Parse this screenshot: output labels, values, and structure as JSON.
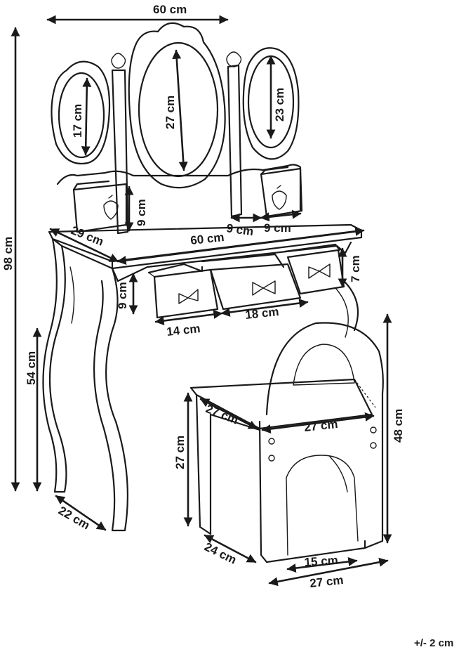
{
  "dimensions": {
    "mirror_width": "60 cm",
    "left_mirror_height": "17 cm",
    "center_mirror_height": "27 cm",
    "right_mirror_height": "23 cm",
    "side_box_height": "9 cm",
    "post_width": "9 cm",
    "box_width": "9 cm",
    "table_depth": "29 cm",
    "table_width": "60 cm",
    "drawer_depth_height": "9 cm",
    "small_drawer_height": "7 cm",
    "drawer_left_width": "14 cm",
    "drawer_mid_width": "18 cm",
    "total_height": "98 cm",
    "table_height": "54 cm",
    "leg_depth": "22 cm",
    "chair_seat_depth": "27 cm",
    "chair_seat_width": "27 cm",
    "chair_seat_height": "27 cm",
    "chair_total_height": "48 cm",
    "chair_base_depth": "24 cm",
    "chair_inner_width": "15 cm",
    "chair_base_width": "27 cm"
  },
  "tolerance": "+/- 2 cm"
}
